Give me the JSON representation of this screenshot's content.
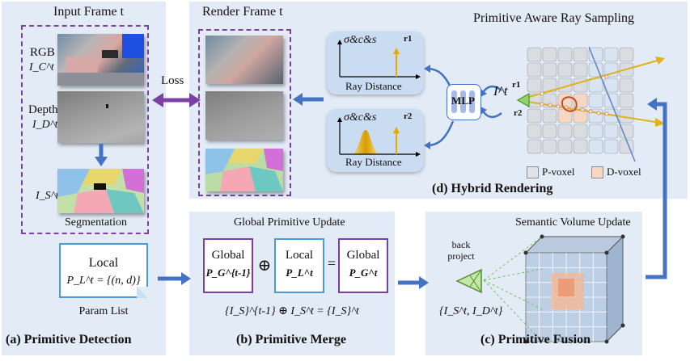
{
  "panels": {
    "a": {
      "title": "(a) Primitive Detection"
    },
    "b": {
      "title": "(b) Primitive Merge",
      "header": "Global Primitive Update"
    },
    "c": {
      "title": "(c) Primitive Fusion",
      "header": "Semantic Volume Update"
    },
    "d": {
      "title": "(d) Hybrid Rendering",
      "header": "Primitive Aware Ray Sampling"
    }
  },
  "input_frame": {
    "title": "Input Frame t",
    "rgb_label": "RGB",
    "rgb_symbol": "I_C^t",
    "depth_label": "Depth",
    "depth_symbol": "I_D^t",
    "seg_symbol": "I_S^t",
    "seg_label": "Segmentation"
  },
  "render_frame": {
    "title": "Render Frame t",
    "loss_label": "Loss"
  },
  "param_list": {
    "local": "Local",
    "formula": "P_L^t = {(n, d)}",
    "caption": "Param List"
  },
  "merge": {
    "global_prev": "Global",
    "global_prev_sym": "P_G^{t-1}",
    "oplus": "⊕",
    "local": "Local",
    "local_sym": "P_L^t",
    "equals": "=",
    "global_new": "Global",
    "global_new_sym": "P_G^t",
    "formula": "{I_S}^{t-1} ⊕ I_S^t = {I_S}^t"
  },
  "fusion": {
    "back_project": "back project",
    "input_sym": "{I_S^t, I_D^t}"
  },
  "rendering": {
    "graph1_ylabel": "σ&c&s",
    "graph1_ray": "r1",
    "graph1_xlabel": "Ray Distance",
    "graph2_ylabel": "σ&c&s",
    "graph2_ray": "r2",
    "graph2_xlabel": "Ray Distance",
    "mlp": "MLP",
    "camera_sym": "I^t",
    "ray1": "r1",
    "ray2": "r2",
    "legend_p": "P-voxel",
    "legend_d": "D-voxel"
  },
  "colors": {
    "panel_bg": "#e3ebf6",
    "purple": "#7b3fa6",
    "blue_arrow": "#4472c4",
    "ray": "#d4a91a",
    "camera": "#70ad47",
    "dvoxel": "#f8d6c4"
  }
}
